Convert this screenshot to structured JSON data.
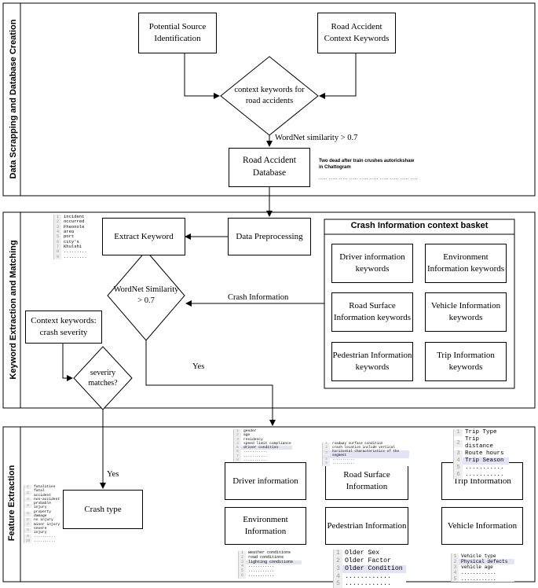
{
  "sections": {
    "s1": "Data Scrapping and Database Creation",
    "s2": "Keyword Extraction and Matching",
    "s3": "Feature Extraction"
  },
  "nodes": {
    "potential_source": "Potential Source Identification",
    "road_accident_context": "Road Accident Context Keywords",
    "context_keywords_diamond": "context keywords for road accidents",
    "road_accident_db": "Road Accident Database",
    "data_preprocessing": "Data Preprocessing",
    "extract_keyword": "Extract Keyword",
    "wordnet_diamond": "WordNet Similarity > 0.7",
    "context_crash_severity": "Context keywords: crash severity",
    "severity_diamond": "severiry matches?",
    "crash_type": "Crash type"
  },
  "edge_labels": {
    "wordnet_sim": "WordNet similarity > 0.7",
    "crash_information": "Crash Information",
    "yes1": "Yes",
    "yes2": "Yes"
  },
  "basket": {
    "title": "Crash Information context basket",
    "items": [
      "Driver information keywords",
      "Environment Information keywords",
      "Road Surface Information keywords",
      "Vehicle Information keywords",
      "Pedestrian Information keywords",
      "Trip Information keywords"
    ]
  },
  "features": [
    "Driver information",
    "Road Surface Information",
    "Trip Information",
    "Environment Information",
    "Pedestrian Information",
    "Vehicle Information"
  ],
  "news": {
    "headline": "Two dead after train crushes autorickshaw in Chattogram",
    "dots": "..... ..... ..... ..... ..... ..... ..... ..... ..... ..... ....."
  },
  "snippets": {
    "extract": [
      "incident",
      "occurred",
      "Fheonole",
      "area",
      "port",
      "city's",
      "Khulshi",
      ".........",
      "........."
    ],
    "crash": [
      "fatalities",
      "fatal accident",
      "non-accident",
      "probable injury",
      "property damage",
      "no injury",
      "minor injury",
      "severe injury",
      "..........",
      ".........."
    ],
    "driver": [
      "gender",
      "age",
      "residency",
      "speed limit compliance",
      "driver condition",
      "...........",
      "...........",
      "..........."
    ],
    "road": [
      "roadway surface condition",
      "crash location include vertical",
      "horizontal characteristics of the segment",
      "...........",
      "..........."
    ],
    "trip": [
      "Trip Type",
      "Trip distance",
      "Route hours",
      "Trip Season",
      "...........",
      "..........."
    ],
    "environment": [
      "weather conditions",
      "road conditions",
      "lighting conditions",
      "...........",
      "...........",
      "..........."
    ],
    "pedestrian": [
      "Older Sex",
      "Older Factor",
      "Older Condition",
      "............",
      "............"
    ],
    "vehicle": [
      "Vehicle type",
      "Physical defects",
      "vehicle age",
      "............",
      "............"
    ]
  }
}
